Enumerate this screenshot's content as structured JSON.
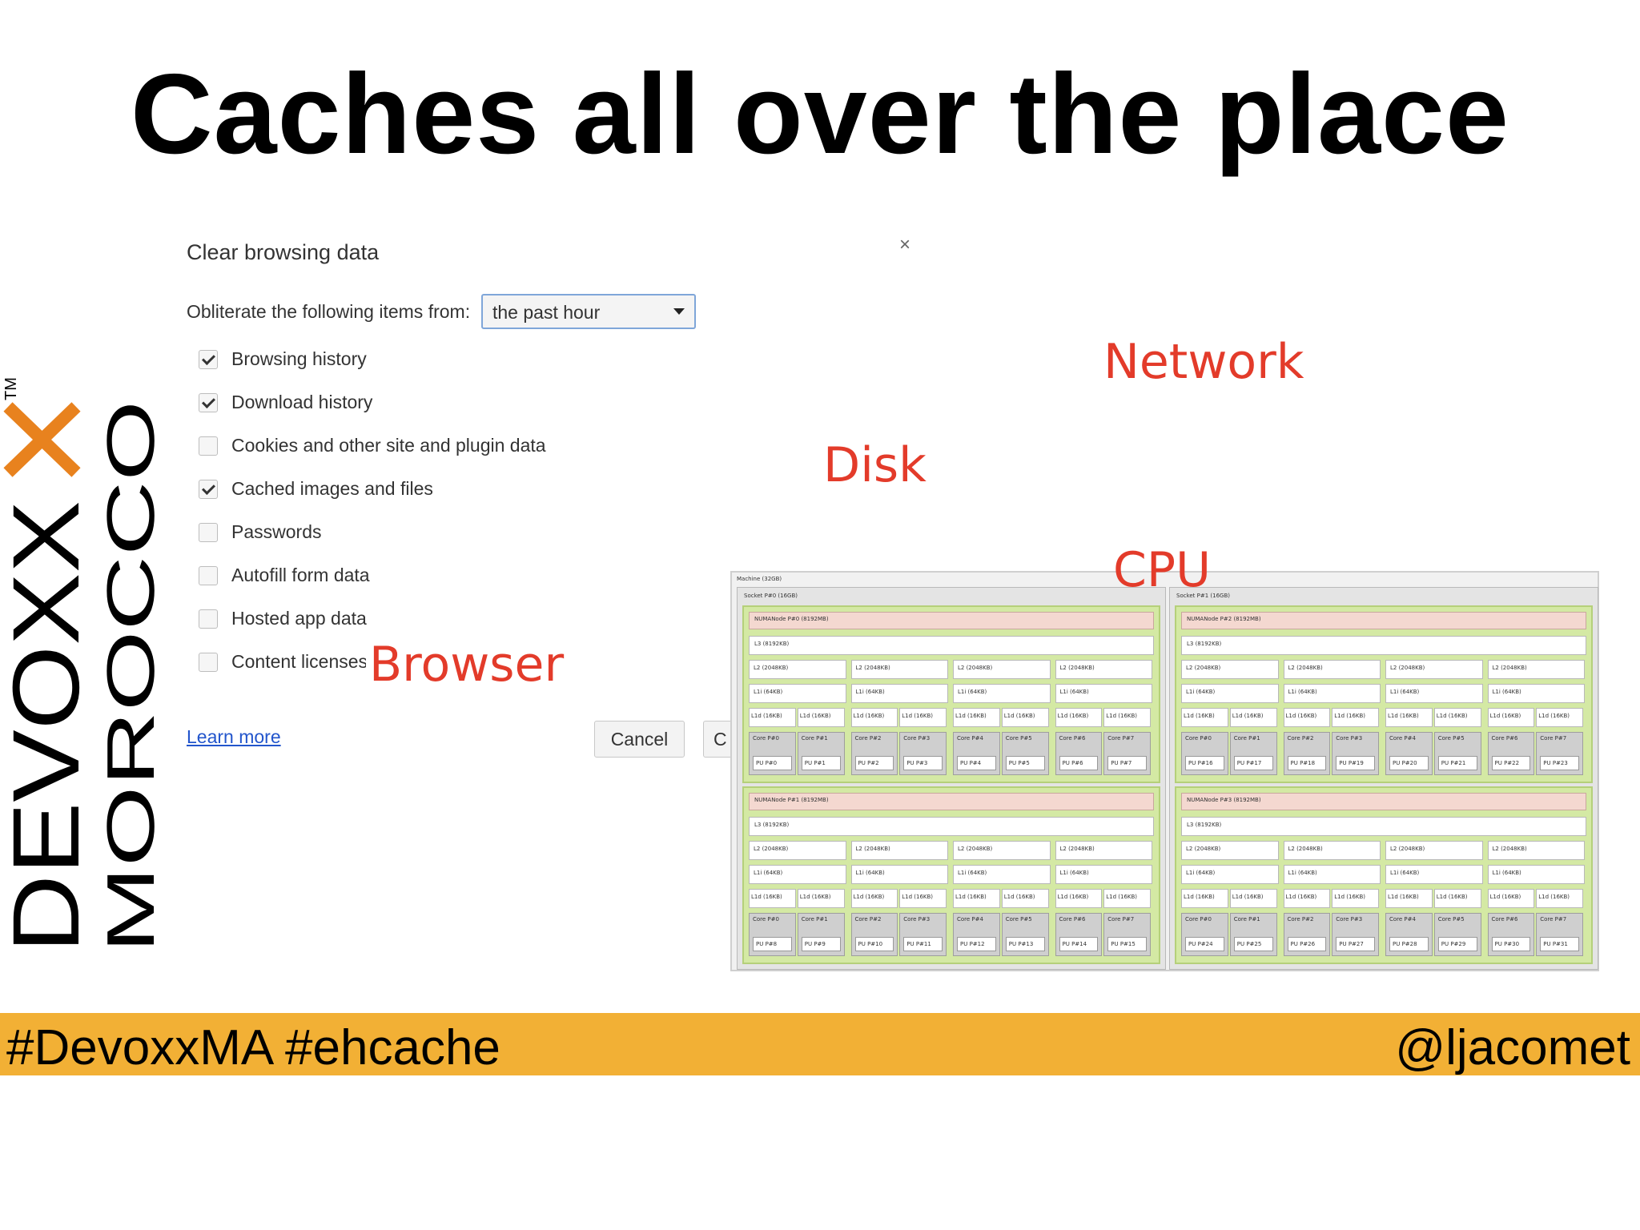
{
  "slide": {
    "title": "Caches all over the place"
  },
  "logo": {
    "text": "DEVOXX",
    "subtext": "MOROCCO",
    "trademark": "TM",
    "accent_color": "#e8821e"
  },
  "dialog": {
    "title": "Clear browsing data",
    "close_label": "×",
    "obliterate_label": "Obliterate the following items from:",
    "time_range_value": "the past hour",
    "items": [
      {
        "label": "Browsing history",
        "checked": true
      },
      {
        "label": "Download history",
        "checked": true
      },
      {
        "label": "Cookies and other site and plugin data",
        "checked": false
      },
      {
        "label": "Cached images and files",
        "checked": true
      },
      {
        "label": "Passwords",
        "checked": false
      },
      {
        "label": "Autofill form data",
        "checked": false
      },
      {
        "label": "Hosted app data",
        "checked": false
      },
      {
        "label": "Content licenses",
        "checked": false
      }
    ],
    "learn_more": "Learn more",
    "cancel_label": "Cancel",
    "clear_label_partial": "C"
  },
  "annotations": {
    "network": "Network",
    "disk": "Disk",
    "cpu": "CPU",
    "browser": "Browser",
    "color": "#e33b2a"
  },
  "topology": {
    "machine_label": "Machine (32GB)",
    "sockets": [
      {
        "label": "Socket P#0 (16GB)",
        "numa": [
          {
            "label": "NUMANode P#0 (8192MB)",
            "cores": [
              "Core P#0",
              "Core P#1",
              "Core P#2",
              "Core P#3",
              "Core P#4",
              "Core P#5",
              "Core P#6",
              "Core P#7"
            ],
            "pus": [
              "PU P#0",
              "PU P#1",
              "PU P#2",
              "PU P#3",
              "PU P#4",
              "PU P#5",
              "PU P#6",
              "PU P#7"
            ]
          },
          {
            "label": "NUMANode P#1 (8192MB)",
            "cores": [
              "Core P#0",
              "Core P#1",
              "Core P#2",
              "Core P#3",
              "Core P#4",
              "Core P#5",
              "Core P#6",
              "Core P#7"
            ],
            "pus": [
              "PU P#8",
              "PU P#9",
              "PU P#10",
              "PU P#11",
              "PU P#12",
              "PU P#13",
              "PU P#14",
              "PU P#15"
            ]
          }
        ]
      },
      {
        "label": "Socket P#1 (16GB)",
        "numa": [
          {
            "label": "NUMANode P#2 (8192MB)",
            "cores": [
              "Core P#0",
              "Core P#1",
              "Core P#2",
              "Core P#3",
              "Core P#4",
              "Core P#5",
              "Core P#6",
              "Core P#7"
            ],
            "pus": [
              "PU P#16",
              "PU P#17",
              "PU P#18",
              "PU P#19",
              "PU P#20",
              "PU P#21",
              "PU P#22",
              "PU P#23"
            ]
          },
          {
            "label": "NUMANode P#3 (8192MB)",
            "cores": [
              "Core P#0",
              "Core P#1",
              "Core P#2",
              "Core P#3",
              "Core P#4",
              "Core P#5",
              "Core P#6",
              "Core P#7"
            ],
            "pus": [
              "PU P#24",
              "PU P#25",
              "PU P#26",
              "PU P#27",
              "PU P#28",
              "PU P#29",
              "PU P#30",
              "PU P#31"
            ]
          }
        ]
      }
    ],
    "l3_label": "L3 (8192KB)",
    "l2_label": "L2 (2048KB)",
    "l1i_label": "L1i (64KB)",
    "l1d_label": "L1d (16KB)"
  },
  "footer": {
    "hashtags": "#DevoxxMA #ehcache",
    "handle": "@ljacomet",
    "background": "#f2b035"
  }
}
